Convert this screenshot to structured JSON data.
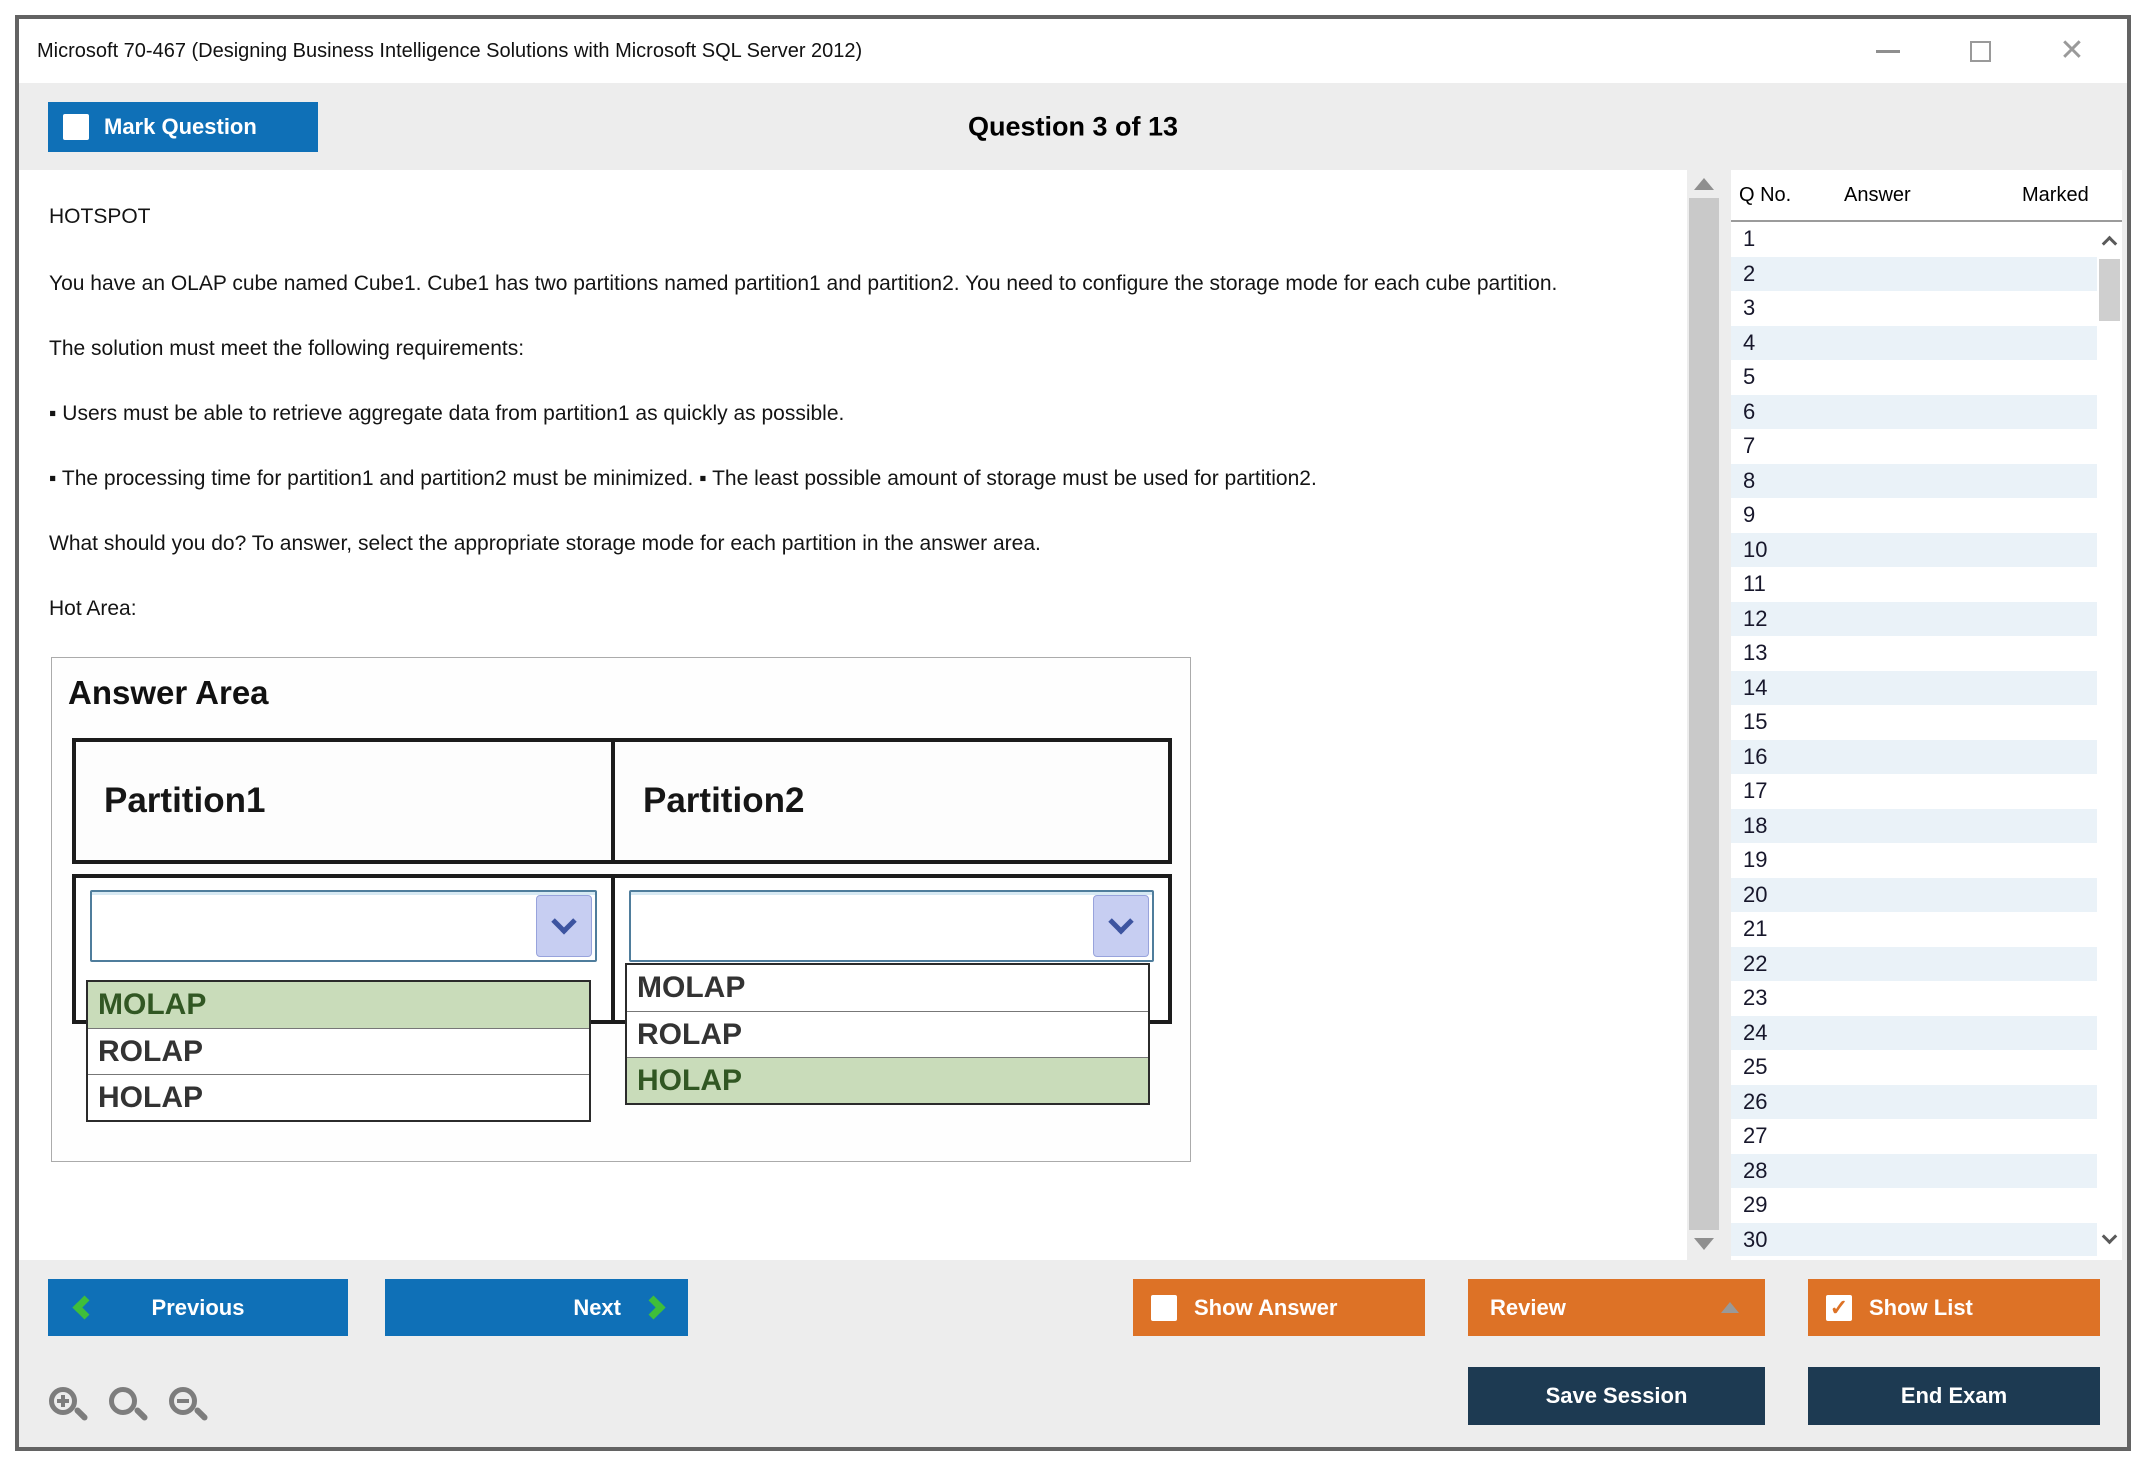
{
  "window": {
    "title": "Microsoft 70-467 (Designing Business Intelligence Solutions with Microsoft SQL Server 2012)",
    "close_glyph": "✕"
  },
  "header": {
    "mark_question_label": "Mark Question",
    "question_counter": "Question 3 of 13"
  },
  "question": {
    "tag": "HOTSPOT",
    "p1": "You have an OLAP cube named Cube1. Cube1 has two partitions named partition1 and partition2. You need to configure the storage mode for each cube partition.",
    "p2": "The solution must meet the following requirements:",
    "b1": "▪ Users must be able to retrieve aggregate data from partition1 as quickly as possible.",
    "b2": "▪ The processing time for partition1 and partition2 must be minimized.  ▪ The least possible amount of storage must be used for partition2.",
    "p3": "What should you do? To answer, select the appropriate storage mode for each partition in the answer area.",
    "hot_area_label": "Hot Area:"
  },
  "answer_area": {
    "title": "Answer Area",
    "columns": [
      {
        "header": "Partition1",
        "options": [
          "MOLAP",
          "ROLAP",
          "HOLAP"
        ],
        "selected": "MOLAP"
      },
      {
        "header": "Partition2",
        "options": [
          "MOLAP",
          "ROLAP",
          "HOLAP"
        ],
        "selected": "HOLAP"
      }
    ]
  },
  "question_list": {
    "headers": [
      "Q No.",
      "Answer",
      "Marked"
    ],
    "rows": [
      "1",
      "2",
      "3",
      "4",
      "5",
      "6",
      "7",
      "8",
      "9",
      "10",
      "11",
      "12",
      "13",
      "14",
      "15",
      "16",
      "17",
      "18",
      "19",
      "20",
      "21",
      "22",
      "23",
      "24",
      "25",
      "26",
      "27",
      "28",
      "29",
      "30"
    ]
  },
  "toolbar": {
    "previous_label": "Previous",
    "next_label": "Next",
    "show_answer_label": "Show Answer",
    "review_label": "Review",
    "show_list_label": "Show List",
    "save_session_label": "Save Session",
    "end_exam_label": "End Exam",
    "check_glyph": "✓"
  },
  "colors": {
    "accent_blue": "#0f70b7",
    "accent_orange": "#dd7226",
    "navy": "#1d3a52",
    "chevron_green": "#3fbe3a",
    "selected_green": "#c9dcba",
    "row_stripe": "#eaf2f8"
  }
}
